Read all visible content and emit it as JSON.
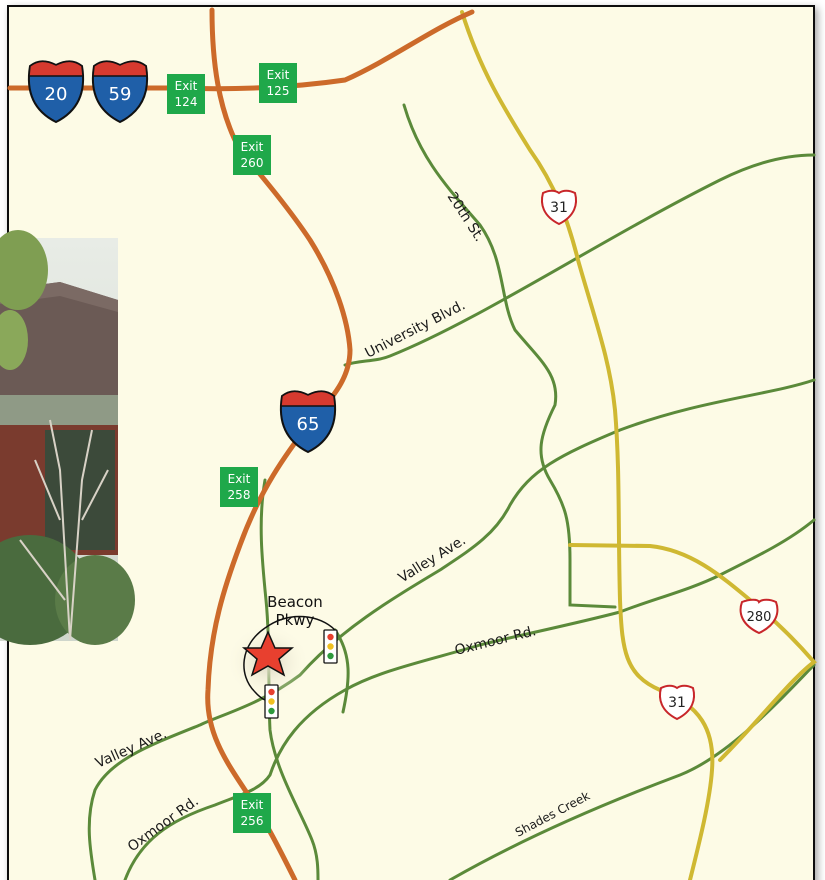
{
  "colors": {
    "background": "#fdfbe6",
    "frame": "#111111",
    "interstate_road": "#cc6a2a",
    "us_road": "#cfb832",
    "local_road": "#5b8a3a",
    "exit_sign": "#1fa84a",
    "interstate_shield_top": "#d63a2f",
    "interstate_shield_body": "#1f5fa8",
    "us_shield_outline": "#c8262a",
    "star": "#e8402f"
  },
  "shields": {
    "i20": "20",
    "i59": "59",
    "i65": "65",
    "us31_north": "31",
    "us31_south": "31",
    "us280": "280"
  },
  "exits": [
    {
      "label": "Exit",
      "number": "124"
    },
    {
      "label": "Exit",
      "number": "125"
    },
    {
      "label": "Exit",
      "number": "260"
    },
    {
      "label": "Exit",
      "number": "258"
    },
    {
      "label": "Exit",
      "number": "256"
    }
  ],
  "streets": {
    "twentieth": "20th St.",
    "university": "University Blvd.",
    "valley_upper": "Valley Ave.",
    "valley_lower": "Valley Ave.",
    "oxmoor_upper": "Oxmoor Rd.",
    "oxmoor_lower": "Oxmoor Rd.",
    "shades_creek": "Shades Creek"
  },
  "landmark": {
    "line1": "Beacon",
    "line2": "Pkwy"
  },
  "icons": {
    "destination": "star-icon",
    "signal": "traffic-light-icon"
  }
}
